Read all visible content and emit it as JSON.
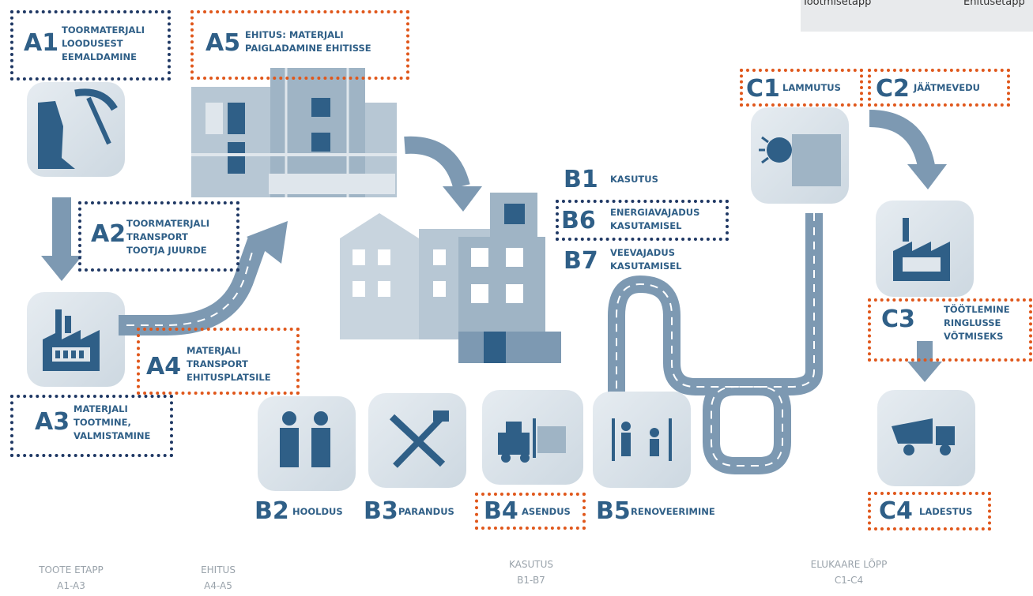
{
  "legend": {
    "left": "Tootmisetapp",
    "right": "Ehitusetapp"
  },
  "stages": {
    "A1": {
      "code": "A1",
      "lines": [
        "TOORMATERJALI",
        "LOODUSEST",
        "EEMALDAMINE"
      ]
    },
    "A2": {
      "code": "A2",
      "lines": [
        "TOORMATERJALI",
        "TRANSPORT",
        "TOOTJA JUURDE"
      ]
    },
    "A3": {
      "code": "A3",
      "lines": [
        "MATERJALI",
        "TOOTMINE,",
        "VALMISTAMINE"
      ]
    },
    "A4": {
      "code": "A4",
      "lines": [
        "MATERJALI",
        "TRANSPORT",
        "EHITUSPLATSILE"
      ]
    },
    "A5": {
      "code": "A5",
      "lines": [
        "EHITUS: MATERJALI",
        "PAIGLADAMINE EHITISSE"
      ]
    },
    "B1": {
      "code": "B1",
      "lines": [
        "KASUTUS"
      ]
    },
    "B2": {
      "code": "B2",
      "lines": [
        "HOOLDUS"
      ]
    },
    "B3": {
      "code": "B3",
      "lines": [
        "PARANDUS"
      ]
    },
    "B4": {
      "code": "B4",
      "lines": [
        "ASENDUS"
      ]
    },
    "B5": {
      "code": "B5",
      "lines": [
        "RENOVEERIMINE"
      ]
    },
    "B6": {
      "code": "B6",
      "lines": [
        "ENERGIAVAJADUS",
        "KASUTAMISEL"
      ]
    },
    "B7": {
      "code": "B7",
      "lines": [
        "VEEVAJADUS",
        "KASUTAMISEL"
      ]
    },
    "C1": {
      "code": "C1",
      "lines": [
        "LAMMUTUS"
      ]
    },
    "C2": {
      "code": "C2",
      "lines": [
        "JÄÄTMEVEDU"
      ]
    },
    "C3": {
      "code": "C3",
      "lines": [
        "TÖÖTLEMINE",
        "RINGLUSSE",
        "VÕTMISEKS"
      ]
    },
    "C4": {
      "code": "C4",
      "lines": [
        "LADESTUS"
      ]
    }
  },
  "phases": [
    {
      "name": "TOOTE ETAPP",
      "range": "A1-A3"
    },
    {
      "name": "EHITUS",
      "range": "A4-A5"
    },
    {
      "name": "KASUTUS",
      "range": "B1-B7"
    },
    {
      "name": "ELUKAARE LÕPP",
      "range": "C1-C4"
    }
  ],
  "highlight": {
    "navy": "#1f3864",
    "orange": "#e0571b",
    "text": "#2f5f87",
    "icon_bg": "#dfe6ec"
  }
}
